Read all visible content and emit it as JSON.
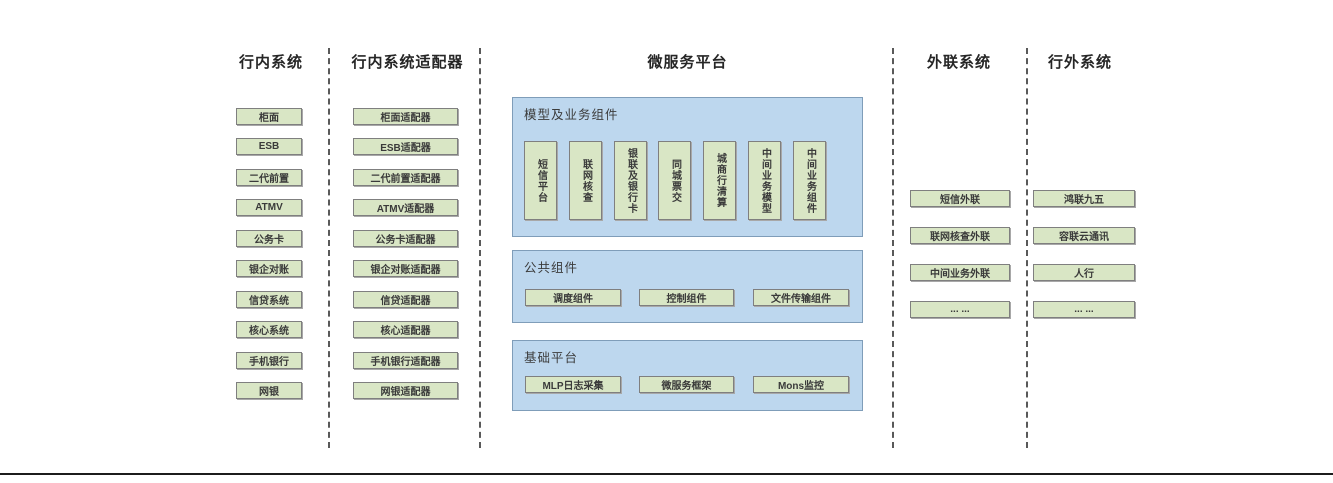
{
  "columns": {
    "internal": {
      "title": "行内系统",
      "items": [
        "柜面",
        "ESB",
        "二代前置",
        "ATMV",
        "公务卡",
        "银企对账",
        "信贷系统",
        "核心系统",
        "手机银行",
        "网银"
      ]
    },
    "adapters": {
      "title": "行内系统适配器",
      "items": [
        "柜面适配器",
        "ESB适配器",
        "二代前置适配器",
        "ATMV适配器",
        "公务卡适配器",
        "银企对账适配器",
        "信贷适配器",
        "核心适配器",
        "手机银行适配器",
        "网银适配器"
      ]
    },
    "platform": {
      "title": "微服务平台",
      "sections": {
        "model": {
          "label": "模型及业务组件",
          "items": [
            "短信平台",
            "联网核查",
            "银联及银行卡",
            "同城票交",
            "城商行清算",
            "中间业务模型",
            "中间业务组件"
          ]
        },
        "common": {
          "label": "公共组件",
          "items": [
            "调度组件",
            "控制组件",
            "文件传输组件"
          ]
        },
        "base": {
          "label": "基础平台",
          "items": [
            "MLP日志采集",
            "微服务框架",
            "Mons监控"
          ]
        }
      }
    },
    "outreach": {
      "title": "外联系统",
      "items": [
        "短信外联",
        "联网核查外联",
        "中间业务外联",
        "... ..."
      ]
    },
    "external": {
      "title": "行外系统",
      "items": [
        "鸿联九五",
        "容联云通讯",
        "人行",
        "... ..."
      ]
    }
  },
  "colors": {
    "node_fill": "#d9e6c5",
    "node_border": "#7f7f7f",
    "panel_fill": "#bdd7ee",
    "panel_border": "#7f9db9",
    "separator": "#595959",
    "rule": "#1c1c1c"
  }
}
